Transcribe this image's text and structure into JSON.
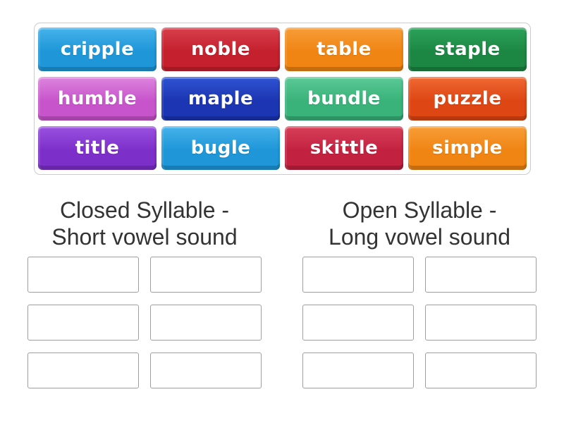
{
  "activity": {
    "type": "group-sort",
    "title_color": "#333333",
    "tray_border_color": "#cccccc",
    "slot_border_color": "#9e9e9e"
  },
  "tray": {
    "tiles": [
      {
        "label": "cripple",
        "c1": "#47b3eb",
        "c2": "#1e96d8"
      },
      {
        "label": "noble",
        "c1": "#d8404c",
        "c2": "#c5202e"
      },
      {
        "label": "table",
        "c1": "#f79d38",
        "c2": "#f08514"
      },
      {
        "label": "staple",
        "c1": "#2da35a",
        "c2": "#1c8743"
      },
      {
        "label": "humble",
        "c1": "#dd85de",
        "c2": "#c854cb"
      },
      {
        "label": "maple",
        "c1": "#2f54d4",
        "c2": "#1c35b2"
      },
      {
        "label": "bundle",
        "c1": "#5bc996",
        "c2": "#3ab37a"
      },
      {
        "label": "puzzle",
        "c1": "#ef6933",
        "c2": "#de4614"
      },
      {
        "label": "title",
        "c1": "#9a52e0",
        "c2": "#7d2fca"
      },
      {
        "label": "bugle",
        "c1": "#47b3eb",
        "c2": "#1e96d8"
      },
      {
        "label": "skittle",
        "c1": "#d84059",
        "c2": "#c22240"
      },
      {
        "label": "simple",
        "c1": "#f79d38",
        "c2": "#f08514"
      }
    ]
  },
  "groups": [
    {
      "title_line1": "Closed Syllable -",
      "title_line2": "Short vowel sound",
      "slot_count": 6
    },
    {
      "title_line1": "Open Syllable -",
      "title_line2": "Long vowel sound",
      "slot_count": 6
    }
  ]
}
